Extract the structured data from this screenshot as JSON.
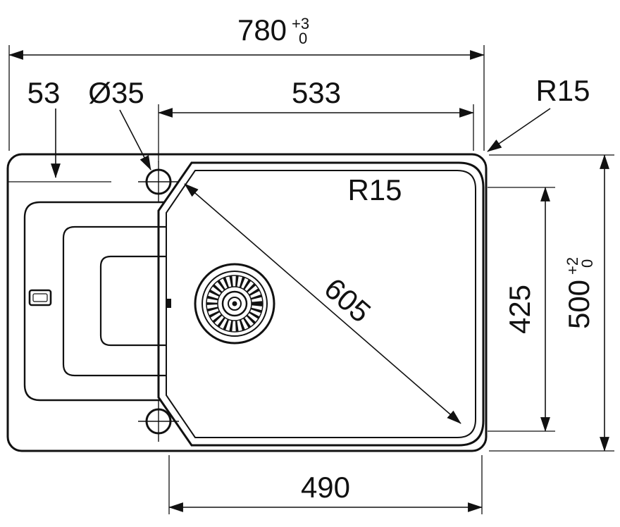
{
  "drawing": {
    "type": "technical-dimension-drawing",
    "subject": "kitchen sink top view with drainboard, bowl, drain and tap holes",
    "colors": {
      "line": "#111111",
      "background": "#ffffff"
    },
    "annotations": {
      "overall_width": {
        "value": "780",
        "tol_upper": "+3",
        "tol_lower": "0"
      },
      "tap_hole_offset": {
        "value": "53"
      },
      "tap_hole_diameter": {
        "value": "Ø35"
      },
      "bowl_width_top": {
        "value": "533"
      },
      "outer_corner_radius": {
        "value": "R15"
      },
      "bowl_corner_radius": {
        "value": "R15"
      },
      "bowl_diagonal": {
        "value": "605"
      },
      "bowl_height": {
        "value": "425"
      },
      "overall_depth": {
        "value": "500",
        "tol_upper": "+2",
        "tol_lower": "0"
      },
      "bowl_width_bottom": {
        "value": "490"
      }
    }
  }
}
